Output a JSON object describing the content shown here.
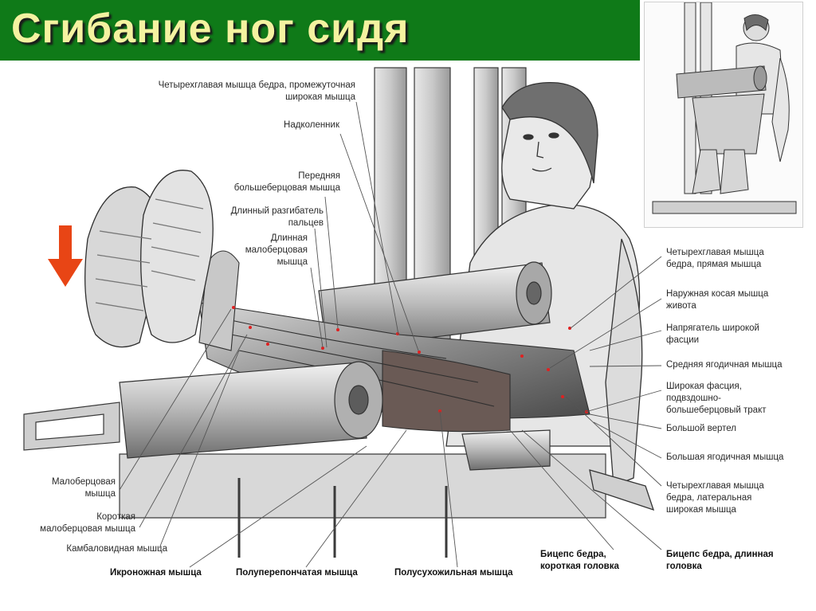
{
  "title": "Сгибание ног сидя",
  "colors": {
    "header_bg": "#0f7a18",
    "title_text": "#f4f2a0",
    "arrow": "#e84515"
  },
  "icons": {
    "direction_arrow": "arrow-down-icon"
  },
  "labels": {
    "quad_intermedius_1": "Четырехглавая мышца бедра, промежуточная",
    "quad_intermedius_2": "широкая мышца",
    "kneecap": "Надколенник",
    "tibialis_1": "Передняя",
    "tibialis_2": "большеберцовая мышца",
    "ext_digitorum_1": "Длинный разгибатель",
    "ext_digitorum_2": "пальцев",
    "peroneus_longus_1": "Длинная",
    "peroneus_longus_2": "малоберцовая",
    "peroneus_longus_3": "мышца",
    "rectus_femoris_1": "Четырехглавая мышца",
    "rectus_femoris_2": "бедра, прямая мышца",
    "ext_oblique_1": "Наружная косая мышца",
    "ext_oblique_2": "живота",
    "tfl_1": "Напрягатель широкой",
    "tfl_2": "фасции",
    "glute_med": "Средняя ягодичная мышца",
    "fascia_1": "Широкая фасция,",
    "fascia_2": "подвздошно-",
    "fascia_3": "большеберцовый тракт",
    "trochanter": "Большой вертел",
    "glute_max": "Большая ягодичная мышца",
    "vastus_lat_1": "Четырехглавая мышца",
    "vastus_lat_2": "бедра, латеральная",
    "vastus_lat_3": "широкая мышца",
    "biceps_long_1": "Бицепс бедра, длинная",
    "biceps_long_2": "головка",
    "biceps_short_1": "Бицепс бедра,",
    "biceps_short_2": "короткая головка",
    "semitendinosus": "Полусухожильная мышца",
    "semimembranosus": "Полуперепончатая мышца",
    "gastrocnemius": "Икроножная мышца",
    "soleus": "Камбаловидная мышца",
    "peroneus_brevis_1": "Короткая",
    "peroneus_brevis_2": "малоберцовая мышца",
    "peroneus_1": "Малоберцовая",
    "peroneus_2": "мышца"
  }
}
